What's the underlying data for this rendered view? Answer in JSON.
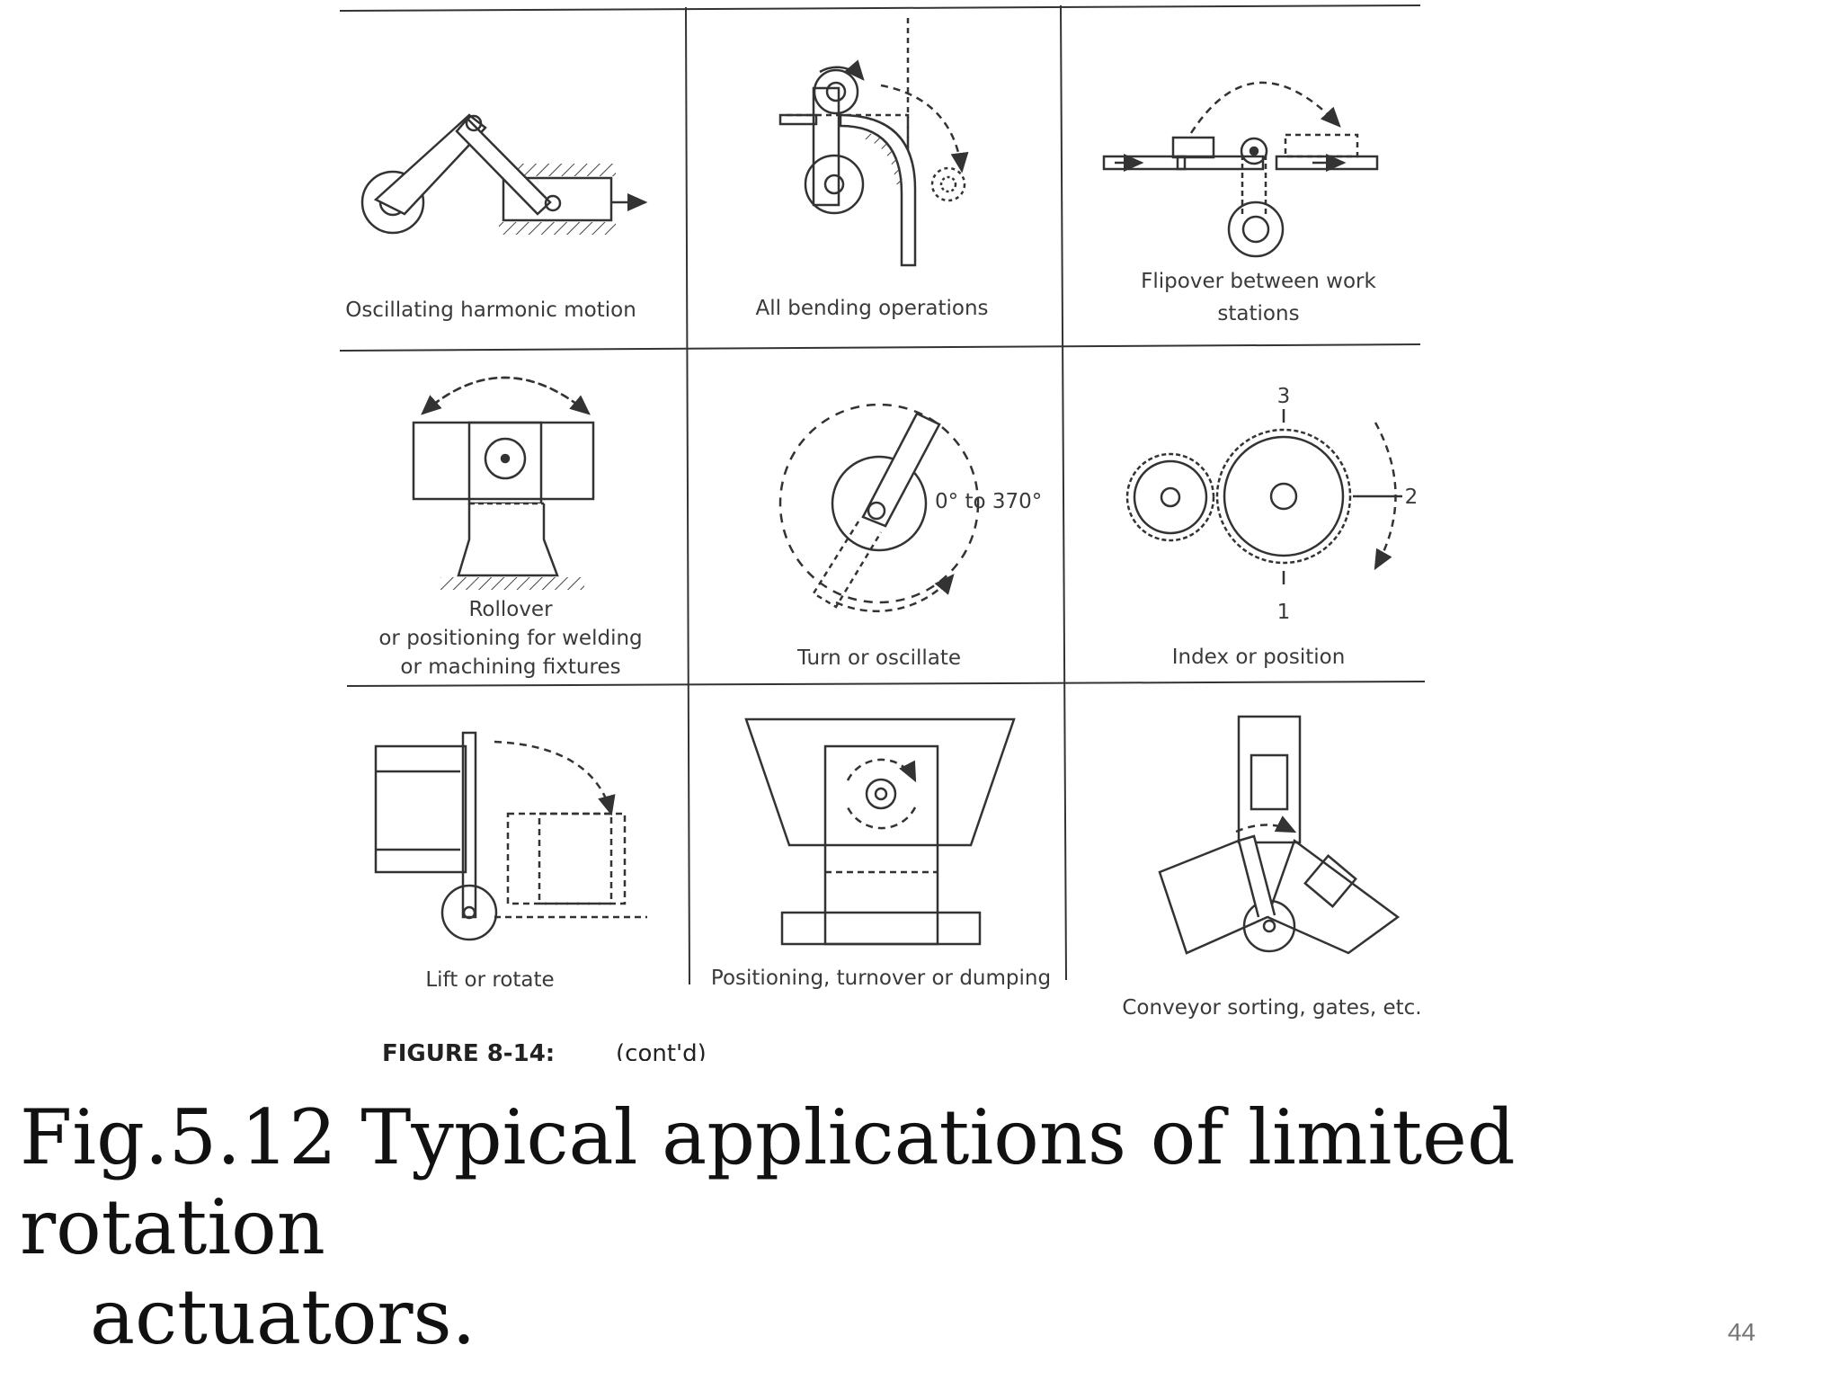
{
  "cells": [
    {
      "label_lines": [
        "Oscillating harmonic motion"
      ]
    },
    {
      "label_lines": [
        "All bending operations"
      ]
    },
    {
      "label_lines": [
        "Flipover between work",
        "stations"
      ]
    },
    {
      "label_lines": [
        "Rollover",
        "or positioning for welding",
        "or machining fixtures"
      ]
    },
    {
      "label_lines": [
        "Turn or oscillate"
      ]
    },
    {
      "label_lines": [
        "Index or position"
      ]
    },
    {
      "label_lines": [
        "Lift or rotate"
      ]
    },
    {
      "label_lines": [
        "Positioning, turnover or dumping"
      ]
    },
    {
      "label_lines": [
        "Conveyor sorting, gates, etc."
      ]
    }
  ],
  "annotations": {
    "angle_range": "0° to 370°",
    "index_positions": [
      "1",
      "2",
      "3"
    ]
  },
  "figure_label": {
    "number": "FIGURE 8-14:",
    "cont": "(cont'd)"
  },
  "caption": {
    "line1": "Fig.5.12  Typical applications of limited rotation",
    "line2": "actuators."
  },
  "page_number": "44"
}
